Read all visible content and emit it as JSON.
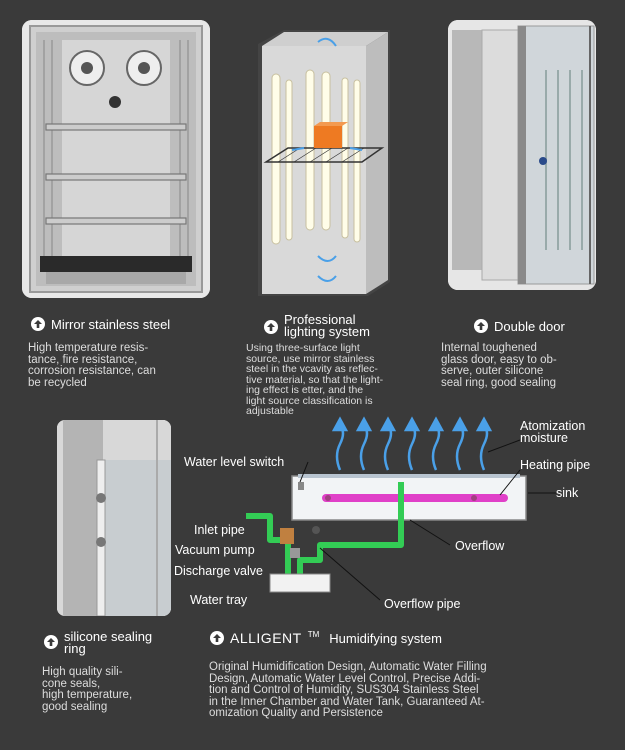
{
  "features": {
    "mirror": {
      "title": "Mirror stainless steel",
      "desc": "High temperature resis-\ntance, fire resistance,\ncorrosion resistance, can\nbe recycled"
    },
    "lighting": {
      "title": "Professional\nlighting system",
      "desc": "Using three-surface light\nsource, use mirror stainless\nsteel in the vcavity as reflec-\ntive material, so that the light-\ning effect is etter, and the\nlight source classification is\nadjustable"
    },
    "door": {
      "title": "Double door",
      "desc": "Internal toughened\nglass door, easy to ob-\nserve, outer silicone\nseal ring, good sealing"
    },
    "seal": {
      "title": "silicone sealing\nring",
      "desc": "High quality sili-\ncone seals,\nhigh temperature,\ngood sealing"
    }
  },
  "humidify": {
    "brand": "ALLIGENT",
    "tm": "TM",
    "title": "Humidifying system",
    "desc": "Original Humidification Design, Automatic Water Filling\nDesign, Automatic Water Level Control, Precise Addi-\ntion and Control of Humidity, SUS304 Stainless Steel\nin the Inner Chamber and Water Tank, Guaranteed At-\nomization Quality and Persistence"
  },
  "diagram": {
    "atomization": "Atomization\nmoisture",
    "water_level_switch": "Water level switch",
    "heating_pipe": "Heating pipe",
    "sink": "sink",
    "inlet_pipe": "Inlet pipe",
    "vacuum_pump": "Vacuum pump",
    "discharge_valve": "Discharge valve",
    "water_tray": "Water tray",
    "overflow": "Overflow",
    "overflow_pipe": "Overflow pipe"
  },
  "colors": {
    "background": "#3a3a3a",
    "pipe_green": "#33cc55",
    "heating_pink": "#e040c8",
    "arrow_blue": "#4aa0e8",
    "box_orange": "#ee7a22"
  },
  "icons": [
    "arrow-up-circle-icon"
  ]
}
